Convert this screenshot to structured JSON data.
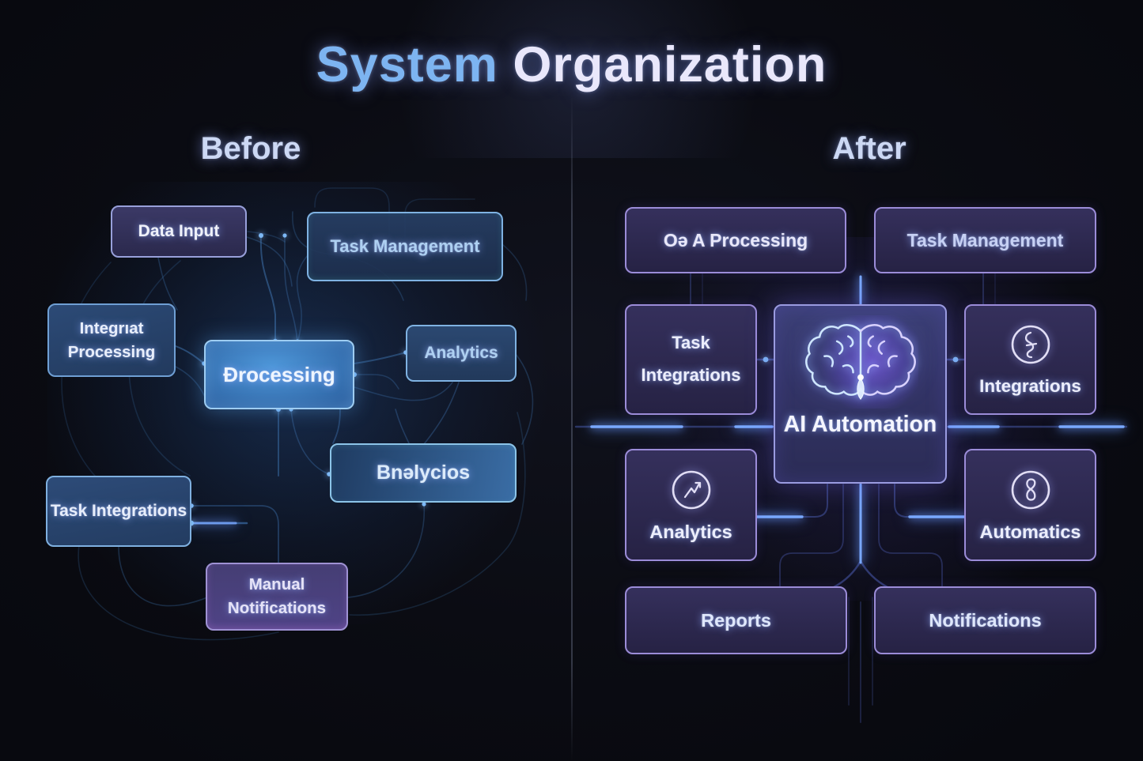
{
  "title": {
    "word1": "System",
    "word2": "Organization"
  },
  "headings": {
    "before": "Before",
    "after": "After"
  },
  "before": {
    "data_input": "Data Input",
    "task_management": "Task Management",
    "integrat_processing": "Integrıat Processing",
    "drocessing": "Đrocessing",
    "analytics": "Analytics",
    "bnolycios": "Bnəlycios",
    "task_integrations": "Task Integrations",
    "manual_notifications": "Manual Notifications"
  },
  "after": {
    "oa_processing": "Oə A Processing",
    "task_management": "Task Management",
    "task_integrations": "Task Integrations",
    "ai_automation": "AI Automation",
    "integrations": "Integrations",
    "analytics": "Analytics",
    "automatics": "Automatics",
    "reports": "Reports",
    "notifications": "Notifications"
  },
  "icons": {
    "ai_automation": "brain-icon",
    "integrations": "integration-circle-icon",
    "analytics": "analytics-circle-icon",
    "automatics": "hourglass-circle-icon"
  },
  "colors": {
    "background": "#0b0c13",
    "title_accent_blue": "#7db4f1",
    "title_light": "#e9e7fb",
    "before_box_blue": "#2c4a76",
    "before_highlight_blue": "#4e97d9",
    "after_box_purple": "#35305c",
    "after_border_purple": "#9b8cd8",
    "circuit_glow_blue": "#6e9dff",
    "brain_glow_purple": "#8c64ff"
  }
}
